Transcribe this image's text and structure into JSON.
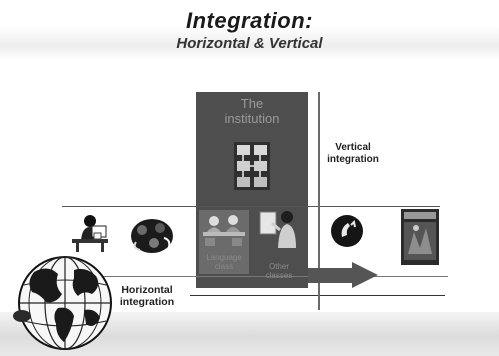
{
  "title": "Integration:",
  "subtitle": "Horizontal & Vertical",
  "box": {
    "label_line1": "The",
    "label_line2": "institution"
  },
  "vertical_label_line1": "Vertical",
  "vertical_label_line2": "integration",
  "horizontal_label_line1": "Horizontal",
  "horizontal_label_line2": "integration",
  "cells": {
    "language_line1": "Language",
    "language_line2": "class",
    "other_line1": "Other",
    "other_line2": "classes"
  },
  "icons": [
    "person-at-desk-icon",
    "group-discussion-icon",
    "computer-network-icon",
    "classroom-icon",
    "teacher-icon",
    "telephone-icon",
    "book-cover-icon",
    "globe-icon"
  ]
}
